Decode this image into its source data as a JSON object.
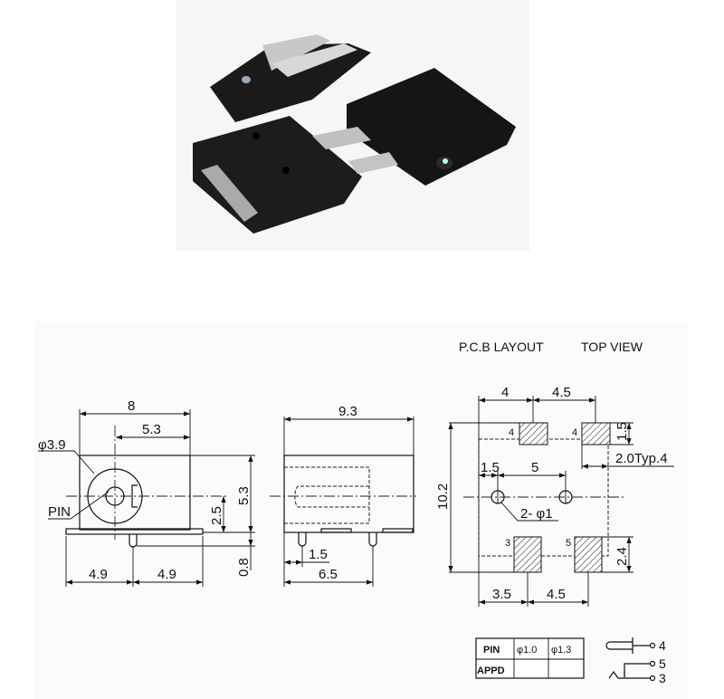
{
  "front_view": {
    "width": "8",
    "offset": "5.3",
    "diameter": "φ3.9",
    "pin_label": "PIN",
    "pin_height": "2.5",
    "height": "5.3",
    "standoff": "0.8",
    "left_half": "4.9",
    "right_half": "4.9"
  },
  "side_view": {
    "length": "9.3",
    "pin_offset": "1.5",
    "pin_spacing": "6.5"
  },
  "pcb_layout": {
    "title": "P.C.B LAYOUT",
    "view": "TOP VIEW",
    "top_left_spacing": "4",
    "top_right_spacing": "4.5",
    "overall_height": "10.2",
    "pad_height_top": "1.5",
    "pad_width_note": "2.0Typ.4",
    "hole_offset": "1.5",
    "hole_spacing": "5",
    "holes": "2- φ1",
    "pad_height_bottom": "2.4",
    "bottom_left_spacing": "3.5",
    "bottom_right_spacing": "4.5",
    "pad_labels": [
      "4",
      "4",
      "3",
      "5"
    ]
  },
  "pin_table": {
    "headers": [
      "PIN",
      "φ1.0",
      "φ1.3"
    ],
    "rows": [
      [
        "APPD",
        "",
        ""
      ]
    ]
  },
  "schematic": {
    "terminals": [
      "4",
      "5",
      "3"
    ]
  }
}
